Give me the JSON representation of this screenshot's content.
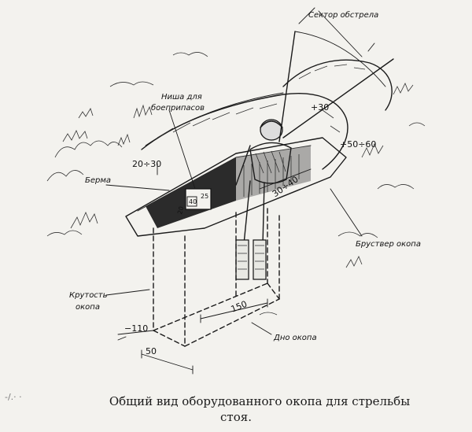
{
  "labels": {
    "sector": "Сектор обстрела",
    "niche": "Ниша для\nбоеприпасов",
    "berma": "Берма",
    "brustver": "Бруствер окопа",
    "krutost": "Крутость\nокопа",
    "dno": "Дно окопа"
  },
  "dimensions": {
    "d_20_30": "20÷30",
    "d_30": "+30",
    "d_50_60": "+50÷60",
    "d_30_40": "30÷40",
    "d_110": "−110",
    "d_150": "150",
    "d_50": "50",
    "niche_25": "25",
    "niche_40": "40",
    "niche_20": "20"
  },
  "caption": {
    "line1": "Общий вид оборудованного окопа для стрельбы",
    "line2": "стоя."
  },
  "marks": {
    "left_mark": "-/.· ·"
  }
}
